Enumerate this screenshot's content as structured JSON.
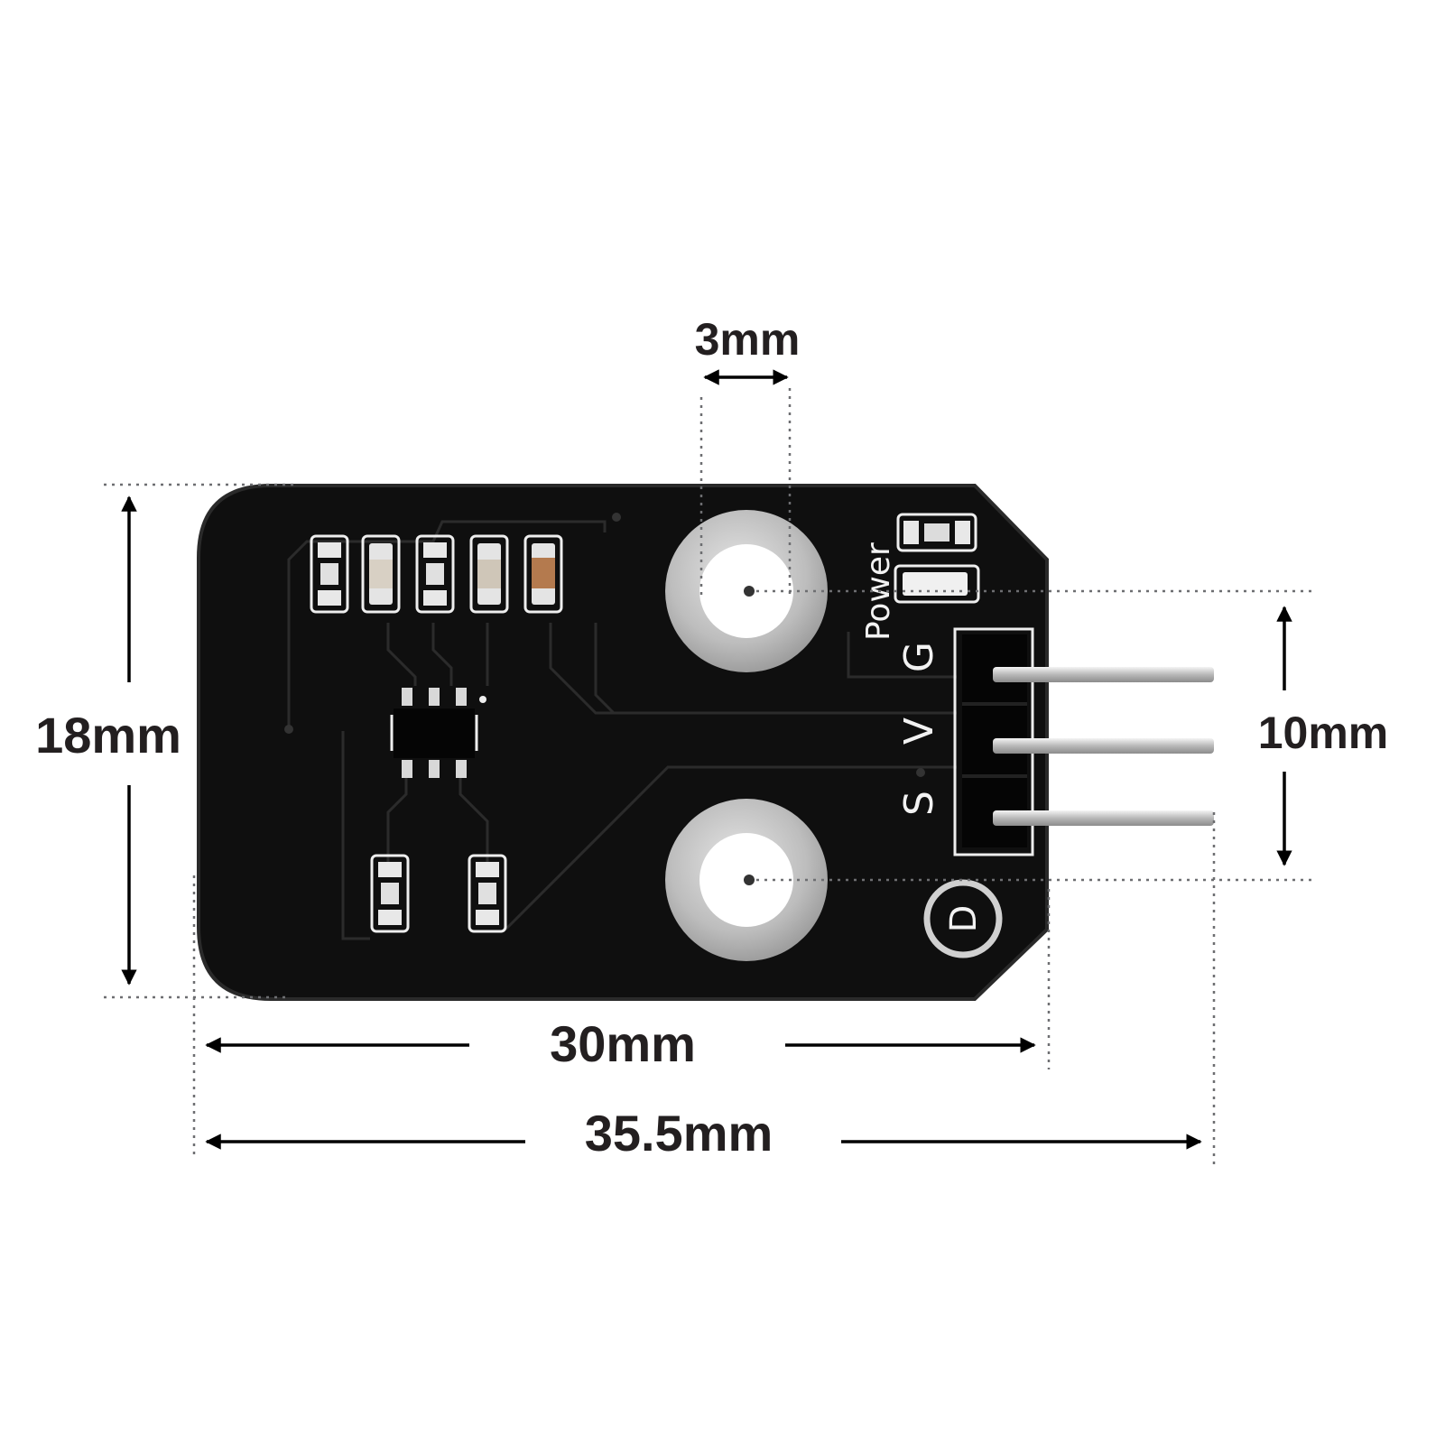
{
  "dimensions": {
    "hole_diameter": "3mm",
    "board_height": "18mm",
    "pin_spacing": "10mm",
    "board_width": "30mm",
    "overall_length": "35.5mm"
  },
  "silkscreen": {
    "power_label": "Power",
    "pin_g": "G",
    "pin_v": "V",
    "pin_s": "S",
    "d_label": "D"
  },
  "colors": {
    "pcb": "#111111",
    "silkscreen": "#f2f2f2",
    "hole_ring": "#c9c9c9",
    "dimension_text": "#231f20"
  }
}
